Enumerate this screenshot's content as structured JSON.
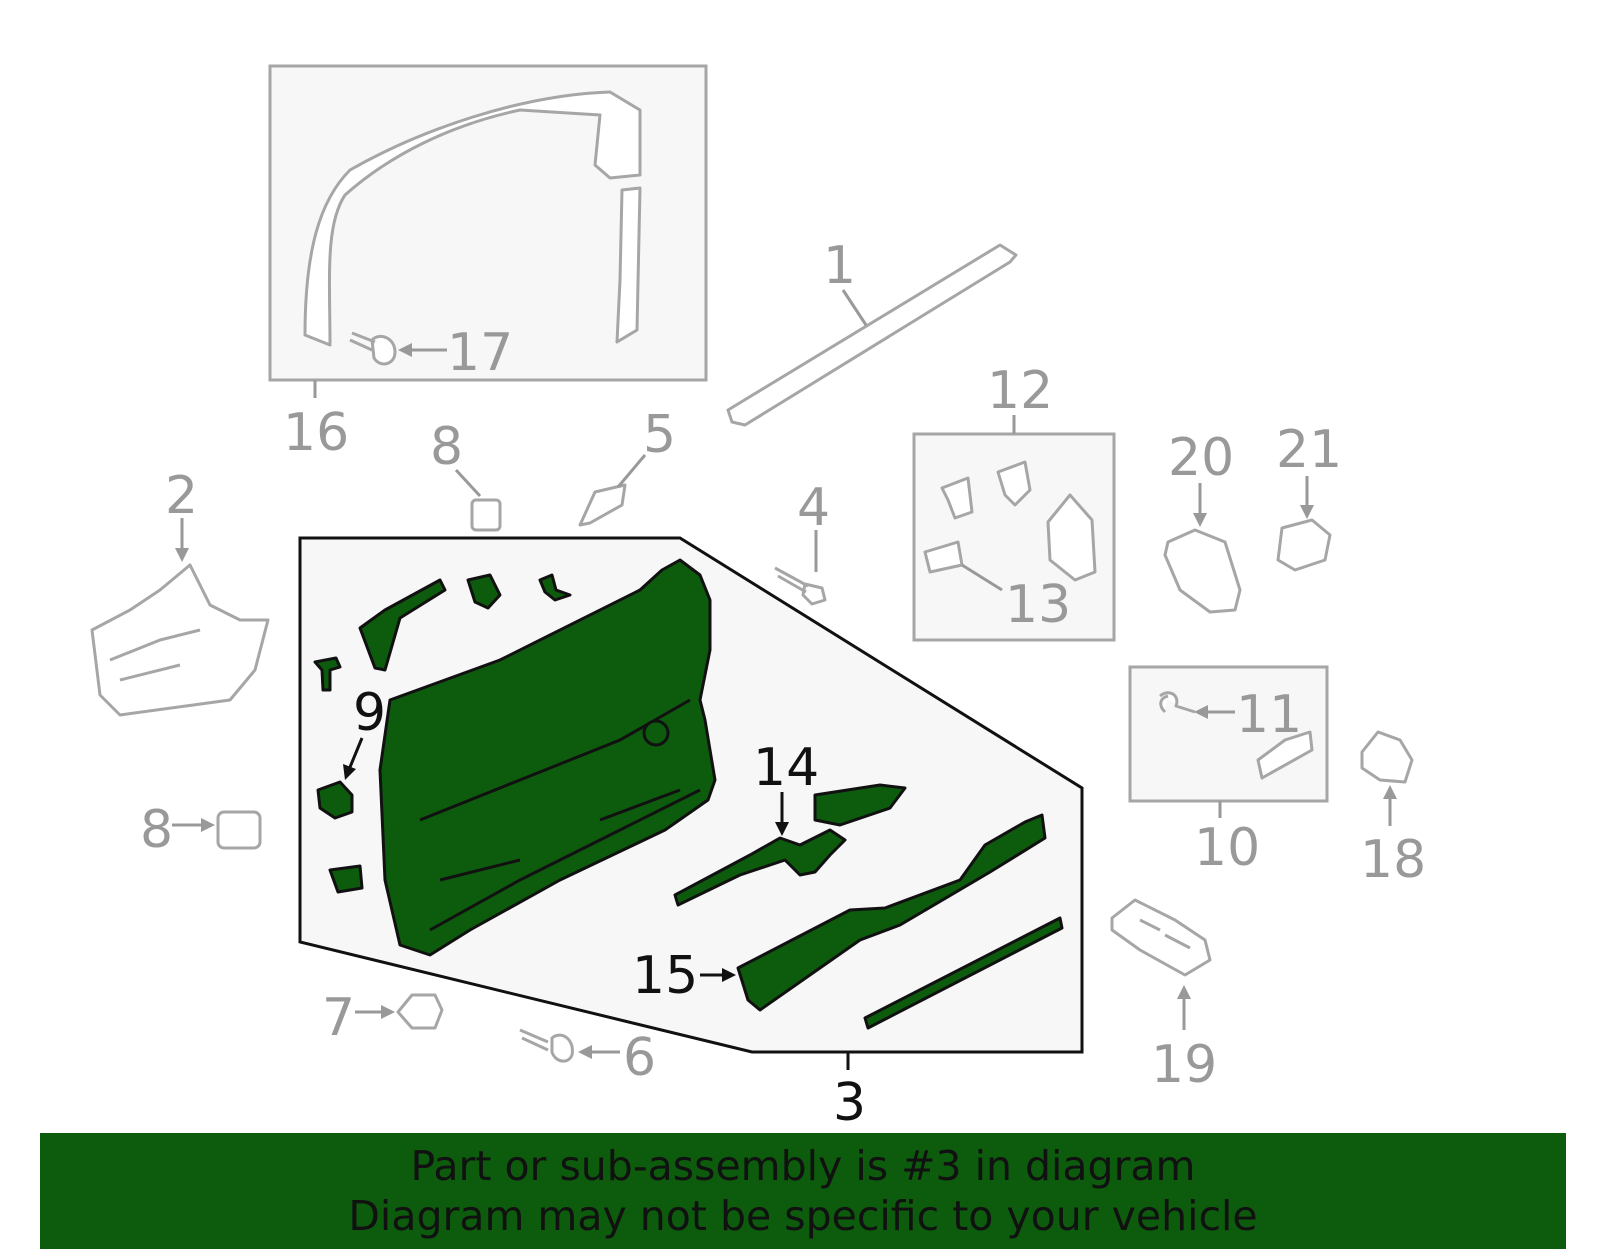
{
  "callouts": {
    "c1": "1",
    "c2": "2",
    "c3": "3",
    "c4": "4",
    "c5": "5",
    "c6": "6",
    "c7": "7",
    "c8a": "8",
    "c8b": "8",
    "c9": "9",
    "c10": "10",
    "c11": "11",
    "c12": "12",
    "c13": "13",
    "c14": "14",
    "c15": "15",
    "c16": "16",
    "c17": "17",
    "c18": "18",
    "c19": "19",
    "c20": "20",
    "c21": "21"
  },
  "highlighted_part": "3",
  "colors": {
    "highlight": "#0d5c0d",
    "outline_gray": "#a6a6a6",
    "label_gray": "#999999"
  },
  "banner": {
    "line1": "Part or sub-assembly is #3 in diagram",
    "line2": "Diagram may not be specific to your vehicle"
  }
}
